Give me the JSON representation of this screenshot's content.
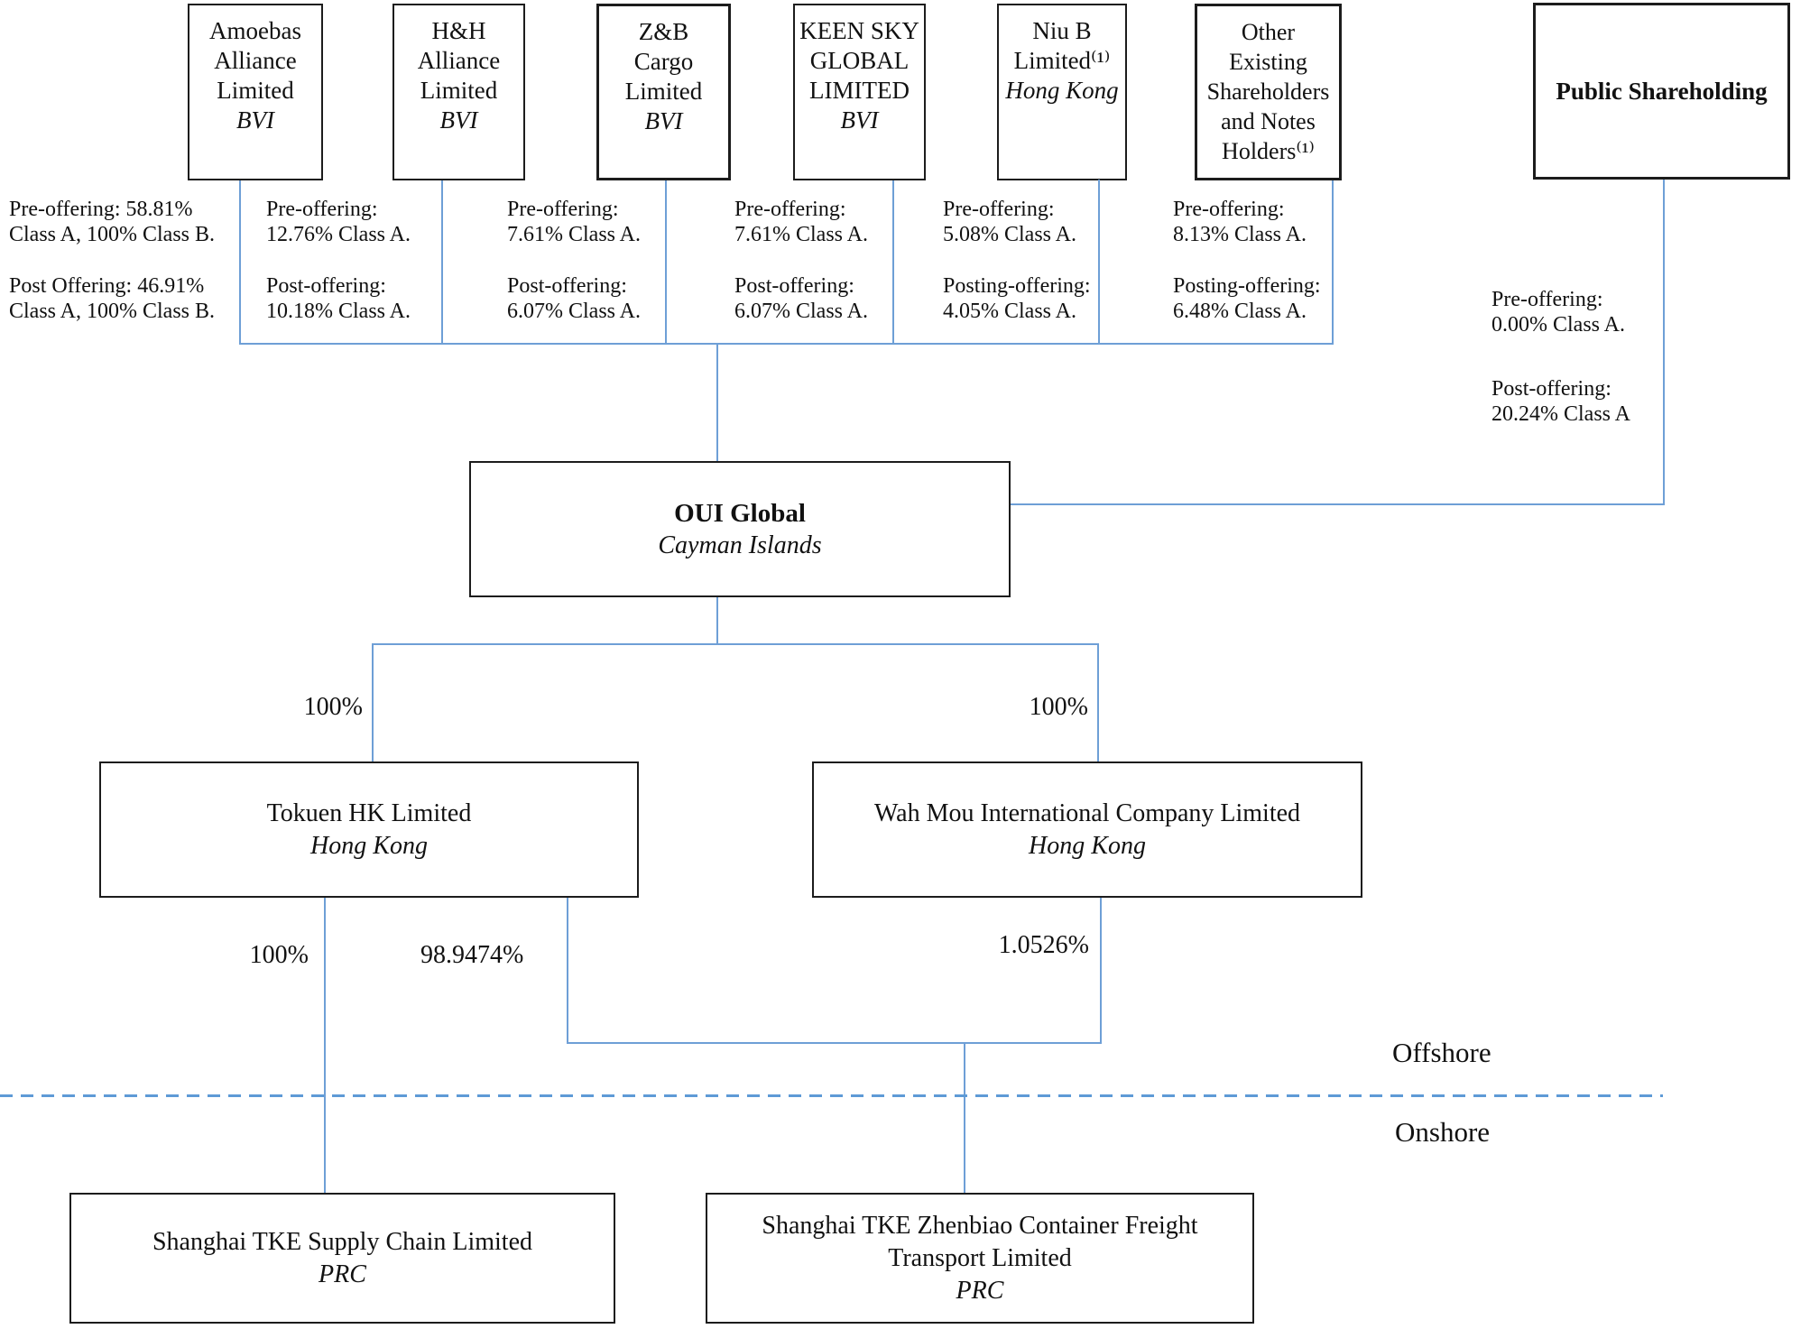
{
  "colors": {
    "line_blue": "#6E9FD6",
    "dash_blue": "#5E9AD6",
    "border": "#1c1c1c"
  },
  "shareholders": [
    {
      "name": "Amoebas\nAlliance\nLimited",
      "jurisdiction": "BVI"
    },
    {
      "name": "H&H\nAlliance\nLimited",
      "jurisdiction": "BVI"
    },
    {
      "name": "Z&B\nCargo\nLimited",
      "jurisdiction": "BVI"
    },
    {
      "name": "KEEN SKY\nGLOBAL\nLIMITED",
      "jurisdiction": "BVI"
    },
    {
      "name": "Niu B\nLimited⁽¹⁾",
      "jurisdiction": "Hong Kong"
    },
    {
      "name": "Other\nExisting\nShareholders\nand Notes\nHolders⁽¹⁾",
      "jurisdiction": ""
    }
  ],
  "public_shareholding": {
    "label": "Public Shareholding",
    "pre": "Pre-offering:\n0.00% Class A.",
    "post": "Post-offering:\n20.24% Class A"
  },
  "ownership_notes": {
    "amoebas": {
      "pre": "Pre-offering: 58.81%\nClass A, 100% Class B.",
      "post": "Post Offering: 46.91%\nClass A, 100% Class B."
    },
    "hh": {
      "pre": "Pre-offering:\n12.76% Class A.",
      "post": "Post-offering:\n10.18% Class A."
    },
    "zb": {
      "pre": "Pre-offering:\n7.61% Class A.",
      "post": "Post-offering:\n6.07% Class A."
    },
    "keen_sky": {
      "pre": "Pre-offering:\n7.61% Class A.",
      "post": "Post-offering:\n6.07% Class A."
    },
    "niu_b": {
      "pre": "Pre-offering:\n5.08% Class A.",
      "post": "Posting-offering:\n4.05% Class A."
    },
    "other": {
      "pre": "Pre-offering:\n8.13% Class A.",
      "post": "Posting-offering:\n6.48% Class A."
    }
  },
  "entities": {
    "oui": {
      "name": "OUI Global",
      "jurisdiction": "Cayman Islands"
    },
    "tokuen": {
      "name": "Tokuen HK Limited",
      "jurisdiction": "Hong Kong"
    },
    "wah_mou": {
      "name": "Wah Mou International Company Limited",
      "jurisdiction": "Hong Kong"
    },
    "supply": {
      "name": "Shanghai TKE Supply Chain Limited",
      "jurisdiction": "PRC"
    },
    "zhenbiao": {
      "name": "Shanghai TKE Zhenbiao Container Freight\nTransport Limited",
      "jurisdiction": "PRC"
    }
  },
  "percentages": {
    "oui_to_tokuen": "100%",
    "oui_to_wah_mou": "100%",
    "tokuen_to_supply": "100%",
    "tokuen_to_zhenbiao": "98.9474%",
    "wah_mou_to_zhenbiao": "1.0526%"
  },
  "regions": {
    "offshore": "Offshore",
    "onshore": "Onshore"
  }
}
